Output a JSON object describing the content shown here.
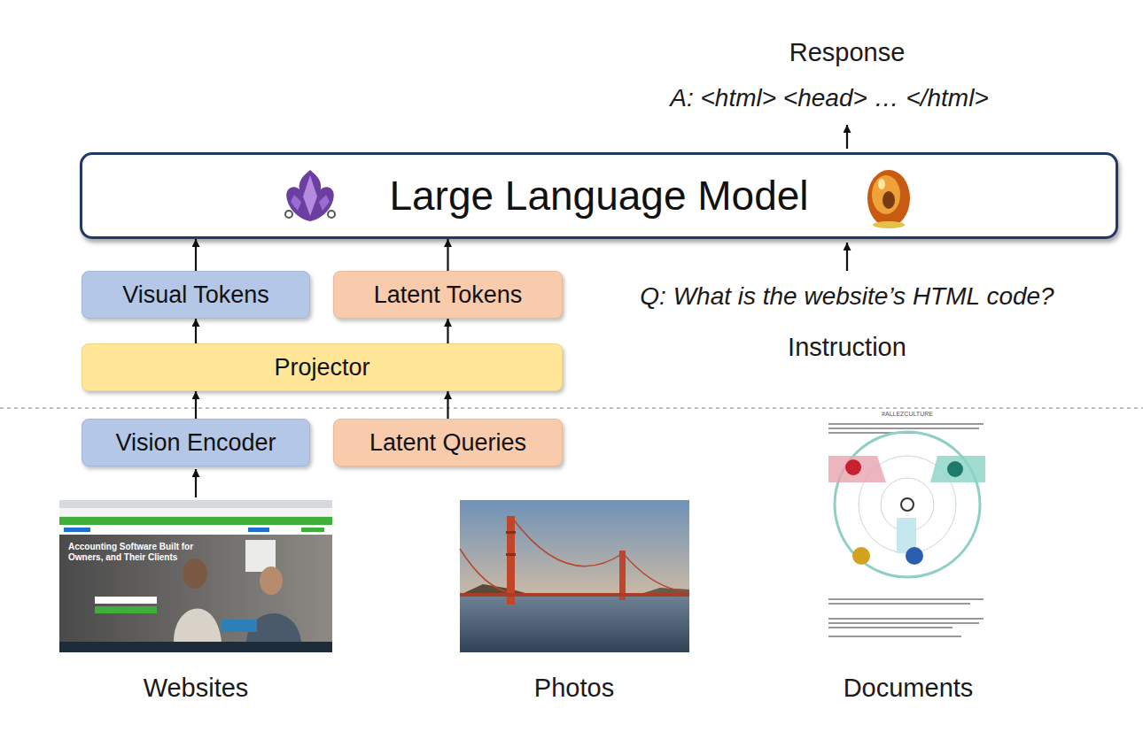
{
  "diagram": {
    "nodes": [
      {
        "text": [
          "Large Language Model"
        ]
      },
      {
        "text": [
          "Visual Tokens"
        ]
      },
      {
        "text": [
          "Latent Tokens"
        ]
      },
      {
        "text": [
          "Projector"
        ]
      },
      {
        "text": [
          "Vision Encoder"
        ]
      },
      {
        "text": [
          "Latent Queries"
        ]
      }
    ],
    "edges": [
      {
        "from": 4,
        "to": 3,
        "arrow": "to"
      },
      {
        "from": 5,
        "to": 3,
        "arrow": "to"
      },
      {
        "from": 3,
        "to": 1,
        "arrow": "to"
      },
      {
        "from": 3,
        "to": 2,
        "arrow": "to"
      },
      {
        "from": 1,
        "to": 0,
        "arrow": "to"
      },
      {
        "from": 2,
        "to": 0,
        "arrow": "to"
      }
    ],
    "labels": [
      "Response",
      "A: <html> <head> … </html>",
      "Q: What is the website’s HTML code?",
      "Instruction",
      "Websites",
      "Photos",
      "Documents",
      "Accounting Software Built for Owners, and Their Clients",
      "#ALLEZCULTURE"
    ]
  }
}
